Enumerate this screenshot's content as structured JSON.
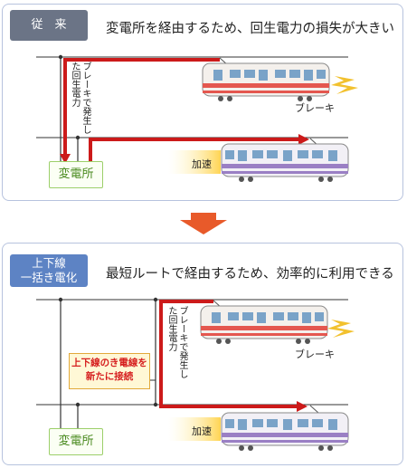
{
  "panel1": {
    "tag": "従　来",
    "headline": "変電所を経由するため、回生電力の損失が大きい",
    "station": "変電所",
    "regen_label": "ブレーキで発生した回生電力",
    "brake_label": "ブレーキ",
    "accel_label": "加速"
  },
  "arrow_color": "#e85a2a",
  "panel2": {
    "tag_line1": "上下線",
    "tag_line2": "一括き電化",
    "headline": "最短ルートで経由するため、効率的に利用できる",
    "note_line1": "上下線のき電線を",
    "note_line2": "新たに接続",
    "station": "変電所",
    "regen_label": "ブレーキで発生した回生電力",
    "brake_label": "ブレーキ",
    "accel_label": "加速"
  },
  "colors": {
    "power_path": "#cc1a1a",
    "tag_old": "#6b7486",
    "tag_new": "#5d83c4",
    "panel_border": "#b7c3de",
    "train_red": "#e4574f",
    "train_purple": "#9a7fc4"
  }
}
